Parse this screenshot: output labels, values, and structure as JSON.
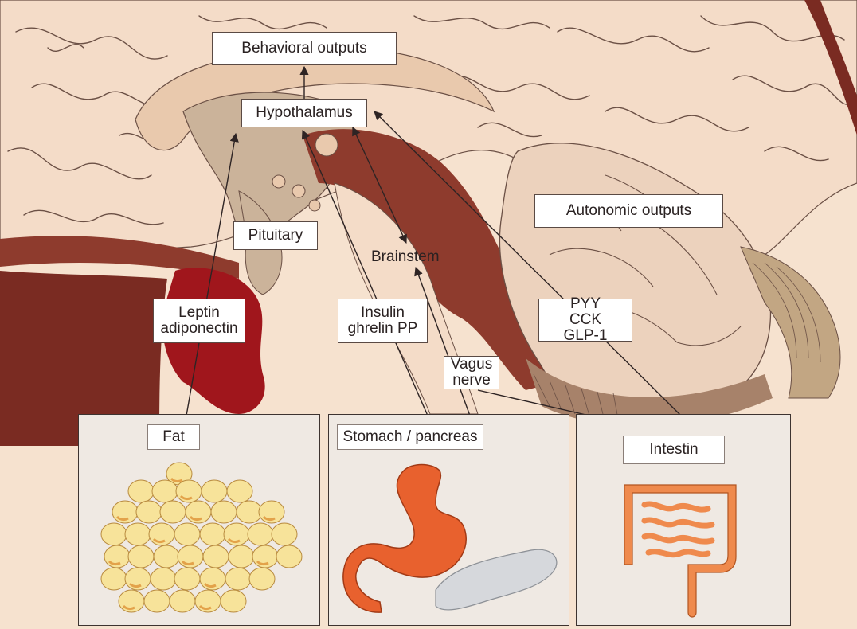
{
  "labels": {
    "behavioral_outputs": "Behavioral outputs",
    "hypothalamus": "Hypothalamus",
    "autonomic_outputs": "Autonomic outputs",
    "pituitary": "Pituitary",
    "brainstem": "Brainstem",
    "leptin": "Leptin",
    "adiponectin": "adiponectin",
    "insulin": "Insulin",
    "ghrelin_pp": "ghrelin PP",
    "pyy": "PYY",
    "cck": "CCK",
    "glp1": "GLP-1",
    "vagus": "Vagus",
    "nerve": "nerve"
  },
  "panels": {
    "fat": "Fat",
    "stomach_pancreas": "Stomach / pancreas",
    "intestin": "Intestin"
  },
  "colors": {
    "brain_pink": "#f4dcc8",
    "brain_deep": "#e8c3a6",
    "sulcus_line": "#6b5045",
    "dark_maroon": "#7a2b22",
    "ventricle": "#8e3b2d",
    "tan_structure": "#c8b29a",
    "fat_cell": "#f7e39a",
    "fat_shadow": "#e3a24a",
    "stomach": "#e8612e",
    "pancreas": "#d6d8dc",
    "intestine": "#ef8a4d",
    "panel_bg": "#efe9e3"
  }
}
